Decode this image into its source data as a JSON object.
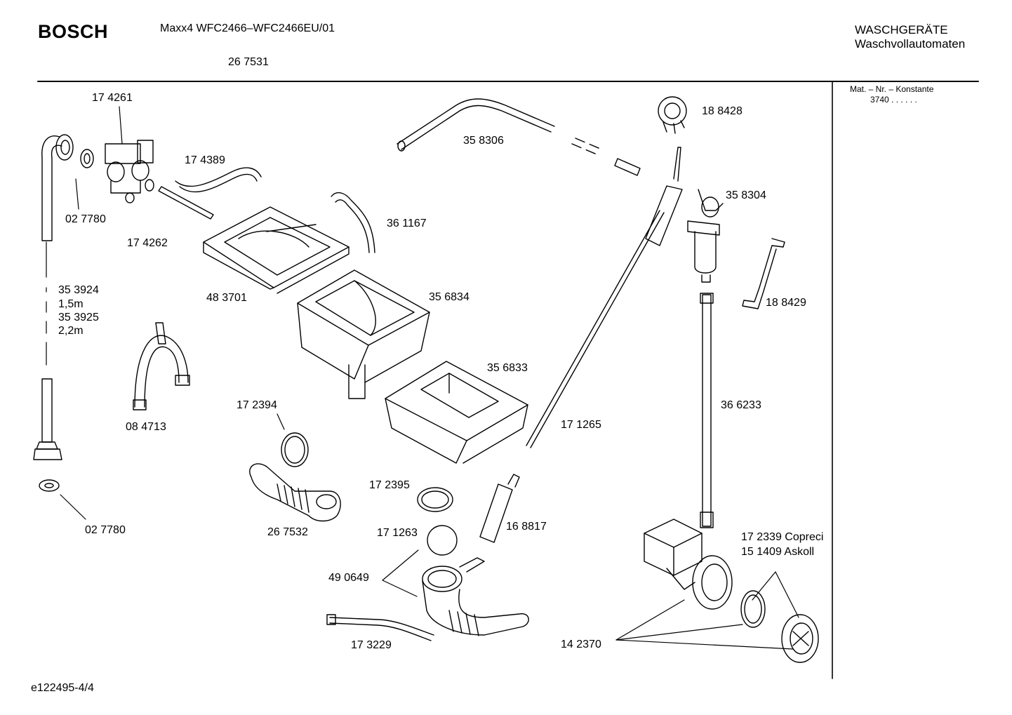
{
  "header": {
    "brand": "BOSCH",
    "model": "Maxx4 WFC2466–WFC2466EU/01",
    "sub_number": "26 7531",
    "category": "WASCHGERÄTE",
    "subcategory": "Waschvollautomaten"
  },
  "sidebar": {
    "mat_label": "Mat. – Nr. – Konstante",
    "mat_value": "3740  .  .  .  .  .  ."
  },
  "footer": {
    "doc_id": "e122495-4/4"
  },
  "parts": [
    {
      "id": "p174261",
      "label": "17 4261"
    },
    {
      "id": "p027780a",
      "label": "02 7780"
    },
    {
      "id": "p174389",
      "label": "17 4389"
    },
    {
      "id": "p174262",
      "label": "17 4262"
    },
    {
      "id": "p358306",
      "label": "35 8306"
    },
    {
      "id": "p361167",
      "label": "36 1167"
    },
    {
      "id": "p188428",
      "label": "18 8428"
    },
    {
      "id": "p358304",
      "label": "35 8304"
    },
    {
      "id": "p483701",
      "label": "48 3701"
    },
    {
      "id": "p353924",
      "label": "35 3924"
    },
    {
      "id": "len15",
      "label": "1,5m"
    },
    {
      "id": "p353925",
      "label": "35 3925"
    },
    {
      "id": "len22",
      "label": "2,2m"
    },
    {
      "id": "p356834",
      "label": "35 6834"
    },
    {
      "id": "p188429",
      "label": "18 8429"
    },
    {
      "id": "p356833",
      "label": "35 6833"
    },
    {
      "id": "p084713",
      "label": "08 4713"
    },
    {
      "id": "p172394",
      "label": "17 2394"
    },
    {
      "id": "p171265",
      "label": "17 1265"
    },
    {
      "id": "p366233",
      "label": "36 6233"
    },
    {
      "id": "p172395",
      "label": "17 2395"
    },
    {
      "id": "p027780b",
      "label": "02 7780"
    },
    {
      "id": "p267532",
      "label": "26 7532"
    },
    {
      "id": "p168817",
      "label": "16 8817"
    },
    {
      "id": "p171263",
      "label": "17 1263"
    },
    {
      "id": "p172339",
      "label": "17 2339 Copreci"
    },
    {
      "id": "p151409",
      "label": "15 1409 Askoll"
    },
    {
      "id": "p490649",
      "label": "49 0649"
    },
    {
      "id": "p173229",
      "label": "17 3229"
    },
    {
      "id": "p142370",
      "label": "14 2370"
    }
  ]
}
